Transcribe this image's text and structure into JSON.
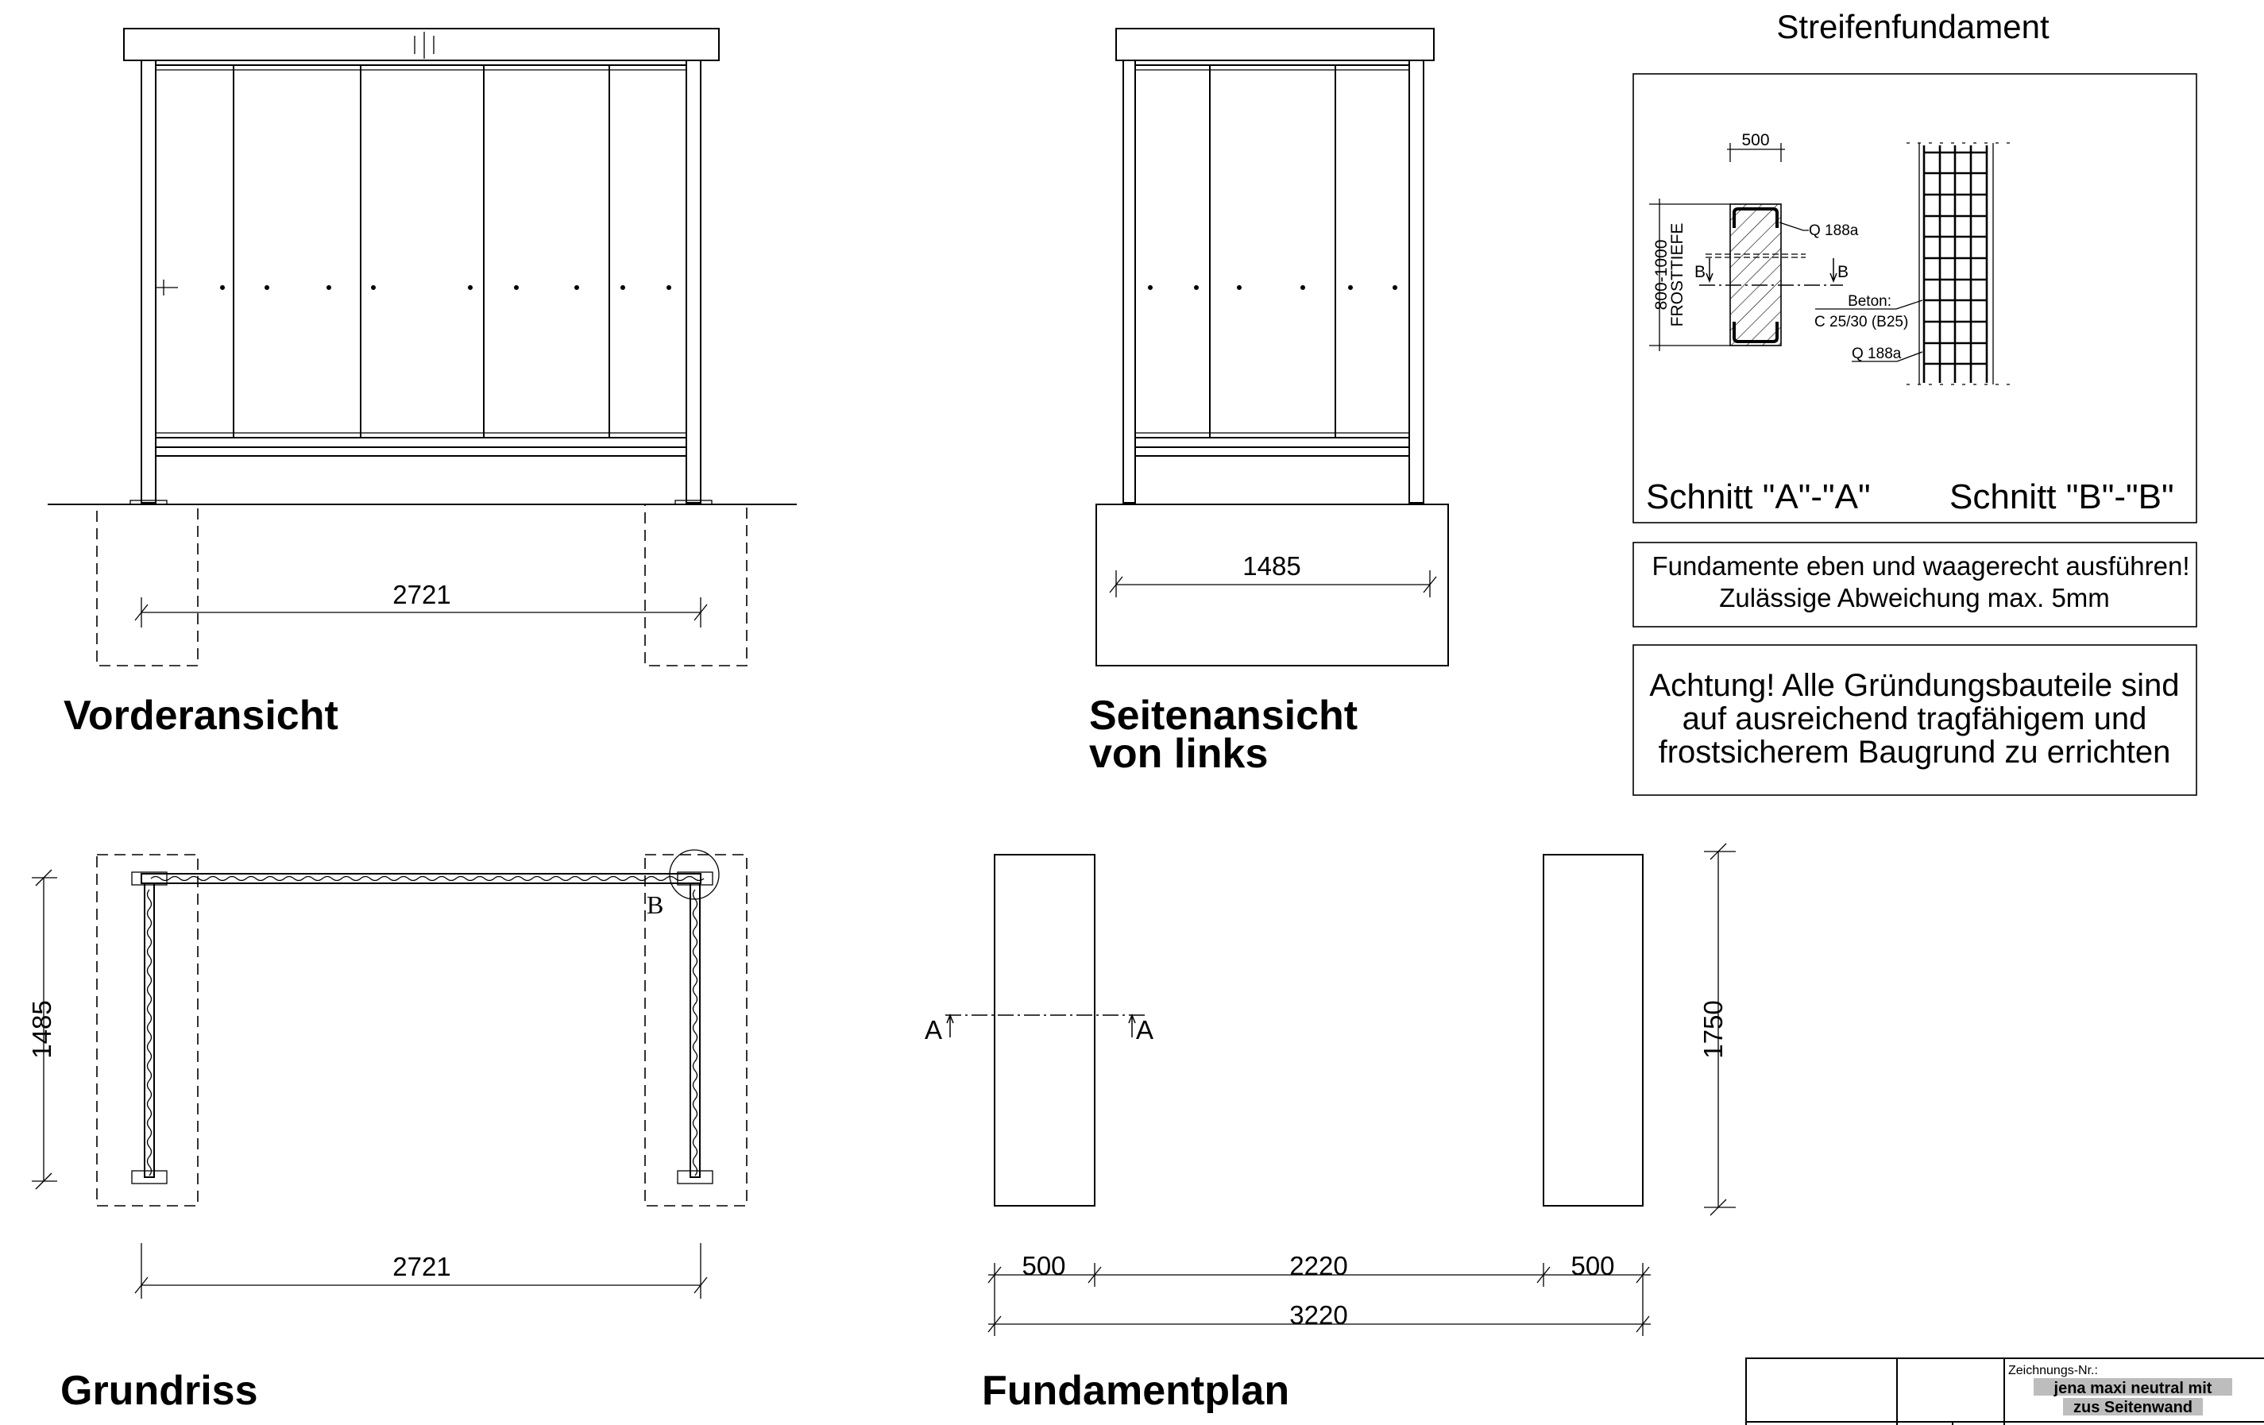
{
  "views": {
    "front": {
      "title": "Vorderansicht",
      "dim_width": "2721"
    },
    "side": {
      "title_line1": "Seitenansicht",
      "title_line2": "von links",
      "dim_depth": "1485"
    },
    "plan": {
      "title": "Grundriss",
      "dim_width": "2721",
      "dim_depth": "1485",
      "detail_label": "B"
    },
    "foundation_plan": {
      "title": "Fundamentplan",
      "section_marker": "A",
      "dims_row1": [
        "500",
        "2220",
        "500"
      ],
      "dim_total": "3220",
      "dim_length": "1750"
    }
  },
  "strip_foundation": {
    "title": "Streifenfundament",
    "width_dim": "500",
    "depth_dim": "800-1000",
    "depth_label": "FROSTTIEFE",
    "mesh_label": "Q 188a",
    "section_marker": "B",
    "concrete_label": "Beton:",
    "concrete_grade": "C 25/30 (B25)",
    "mesh_label_2": "Q 188a",
    "section_a_label": "Schnitt \"A\"-\"A\"",
    "section_b_label": "Schnitt \"B\"-\"B\""
  },
  "notes": {
    "level_note": [
      "Fundamente eben und waagerecht ausführen!",
      "Zulässige Abweichung max. 5mm"
    ],
    "warning": [
      "Achtung! Alle Gründungsbauteile sind",
      "auf ausreichend tragfähigem und",
      "frostsicherem Baugrund zu errichten"
    ]
  },
  "title_block": {
    "drawing_no_label": "Zeichnungs-Nr.:",
    "drawing_no_line1": "jena maxi neutral mit",
    "drawing_no_line2": "zus Seitenwand",
    "highlight_color": "#bdbdbd"
  }
}
